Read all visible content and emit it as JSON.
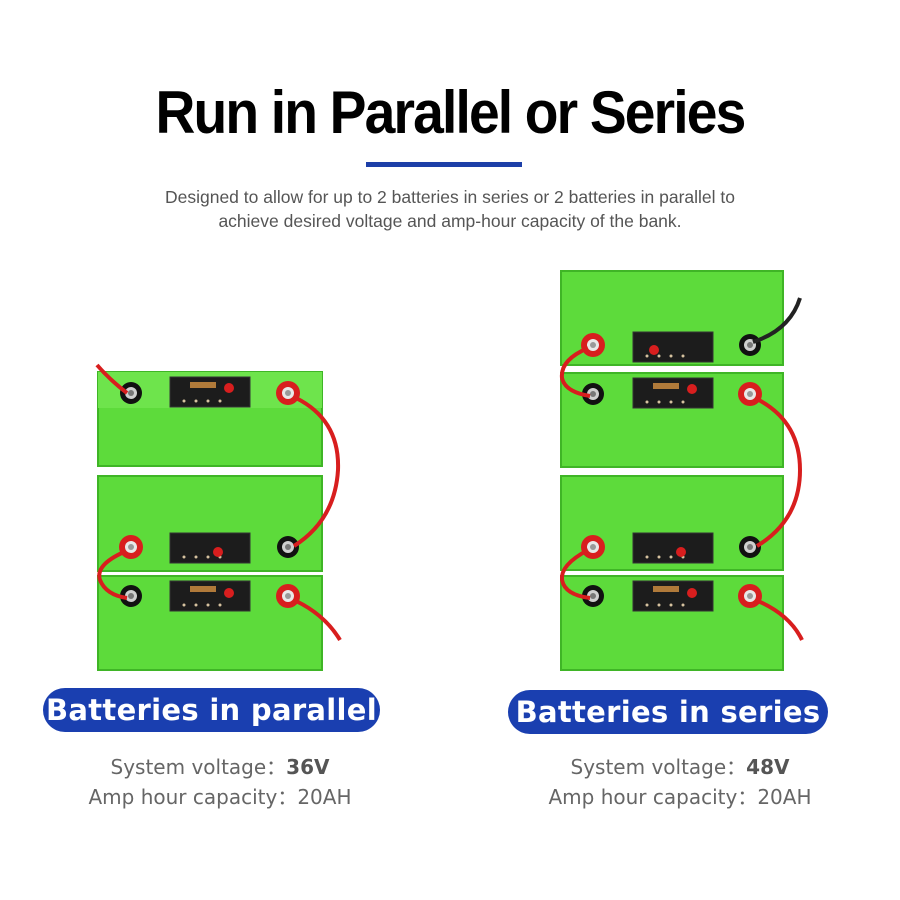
{
  "header": {
    "title": "Run in Parallel or Series",
    "subtitle_line1": "Designed to allow for up to 2 batteries in series or 2 batteries in parallel to",
    "subtitle_line2": "achieve desired voltage and amp-hour capacity of the bank."
  },
  "colors": {
    "accent_blue": "#1a3fb0",
    "battery_green": "#5ddb3b",
    "cable_red": "#d81e1e"
  },
  "parallel": {
    "label": "Batteries in parallel",
    "voltage_label": "System voltage：",
    "voltage_value": "36V",
    "capacity_label": "Amp hour capacity：",
    "capacity_value": "20AH"
  },
  "series": {
    "label": "Batteries in series",
    "voltage_label": "System voltage：",
    "voltage_value": "48V",
    "capacity_label": "Amp hour capacity：",
    "capacity_value": "20AH"
  }
}
